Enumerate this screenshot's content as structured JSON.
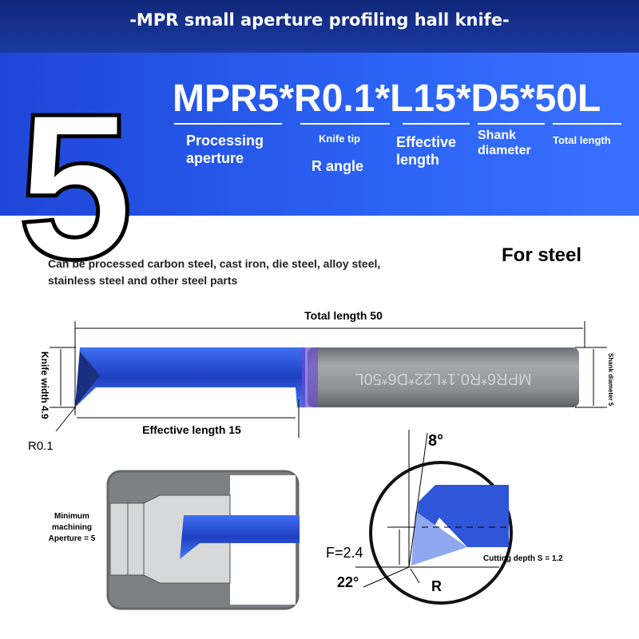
{
  "header": {
    "title": "-MPR small aperture profiling hall knife-"
  },
  "banner": {
    "big_number": "5",
    "spec": "MPR5*R0.1*L15*D5*50L",
    "labels": {
      "processing_aperture": "Processing aperture",
      "knife_tip": "Knife tip",
      "r_angle": "R angle",
      "effective_length": "Effective length",
      "shank_diameter": "Shank diameter",
      "total_length": "Total length"
    }
  },
  "description": {
    "line1": "Can be processed carbon steel, cast iron, die steel, alloy steel,",
    "line2": "stainless steel and other steel parts",
    "material": "For steel"
  },
  "tool_diagram": {
    "total_length": "Total length 50",
    "knife_width": "Knife width 4.9",
    "shank_diameter": "Shank diameter 5",
    "effective_length": "Effective length 15",
    "tip_radius": "R0.1",
    "engraving": "MPR6*R0.1*L22*D6*50L"
  },
  "aperture_diagram": {
    "label": "Minimum machining Aperture = 5"
  },
  "tip_detail": {
    "clearance_angle": "8°",
    "f_value": "F=2.4",
    "lower_angle": "22°",
    "radius": "R",
    "cutting_depth": "Cutting depth S = 1.2"
  },
  "colors": {
    "header": "#10277a",
    "band": "#2b63f5",
    "tool_blue": "#2f5fe0",
    "shank_gray": "#8a8d92"
  }
}
